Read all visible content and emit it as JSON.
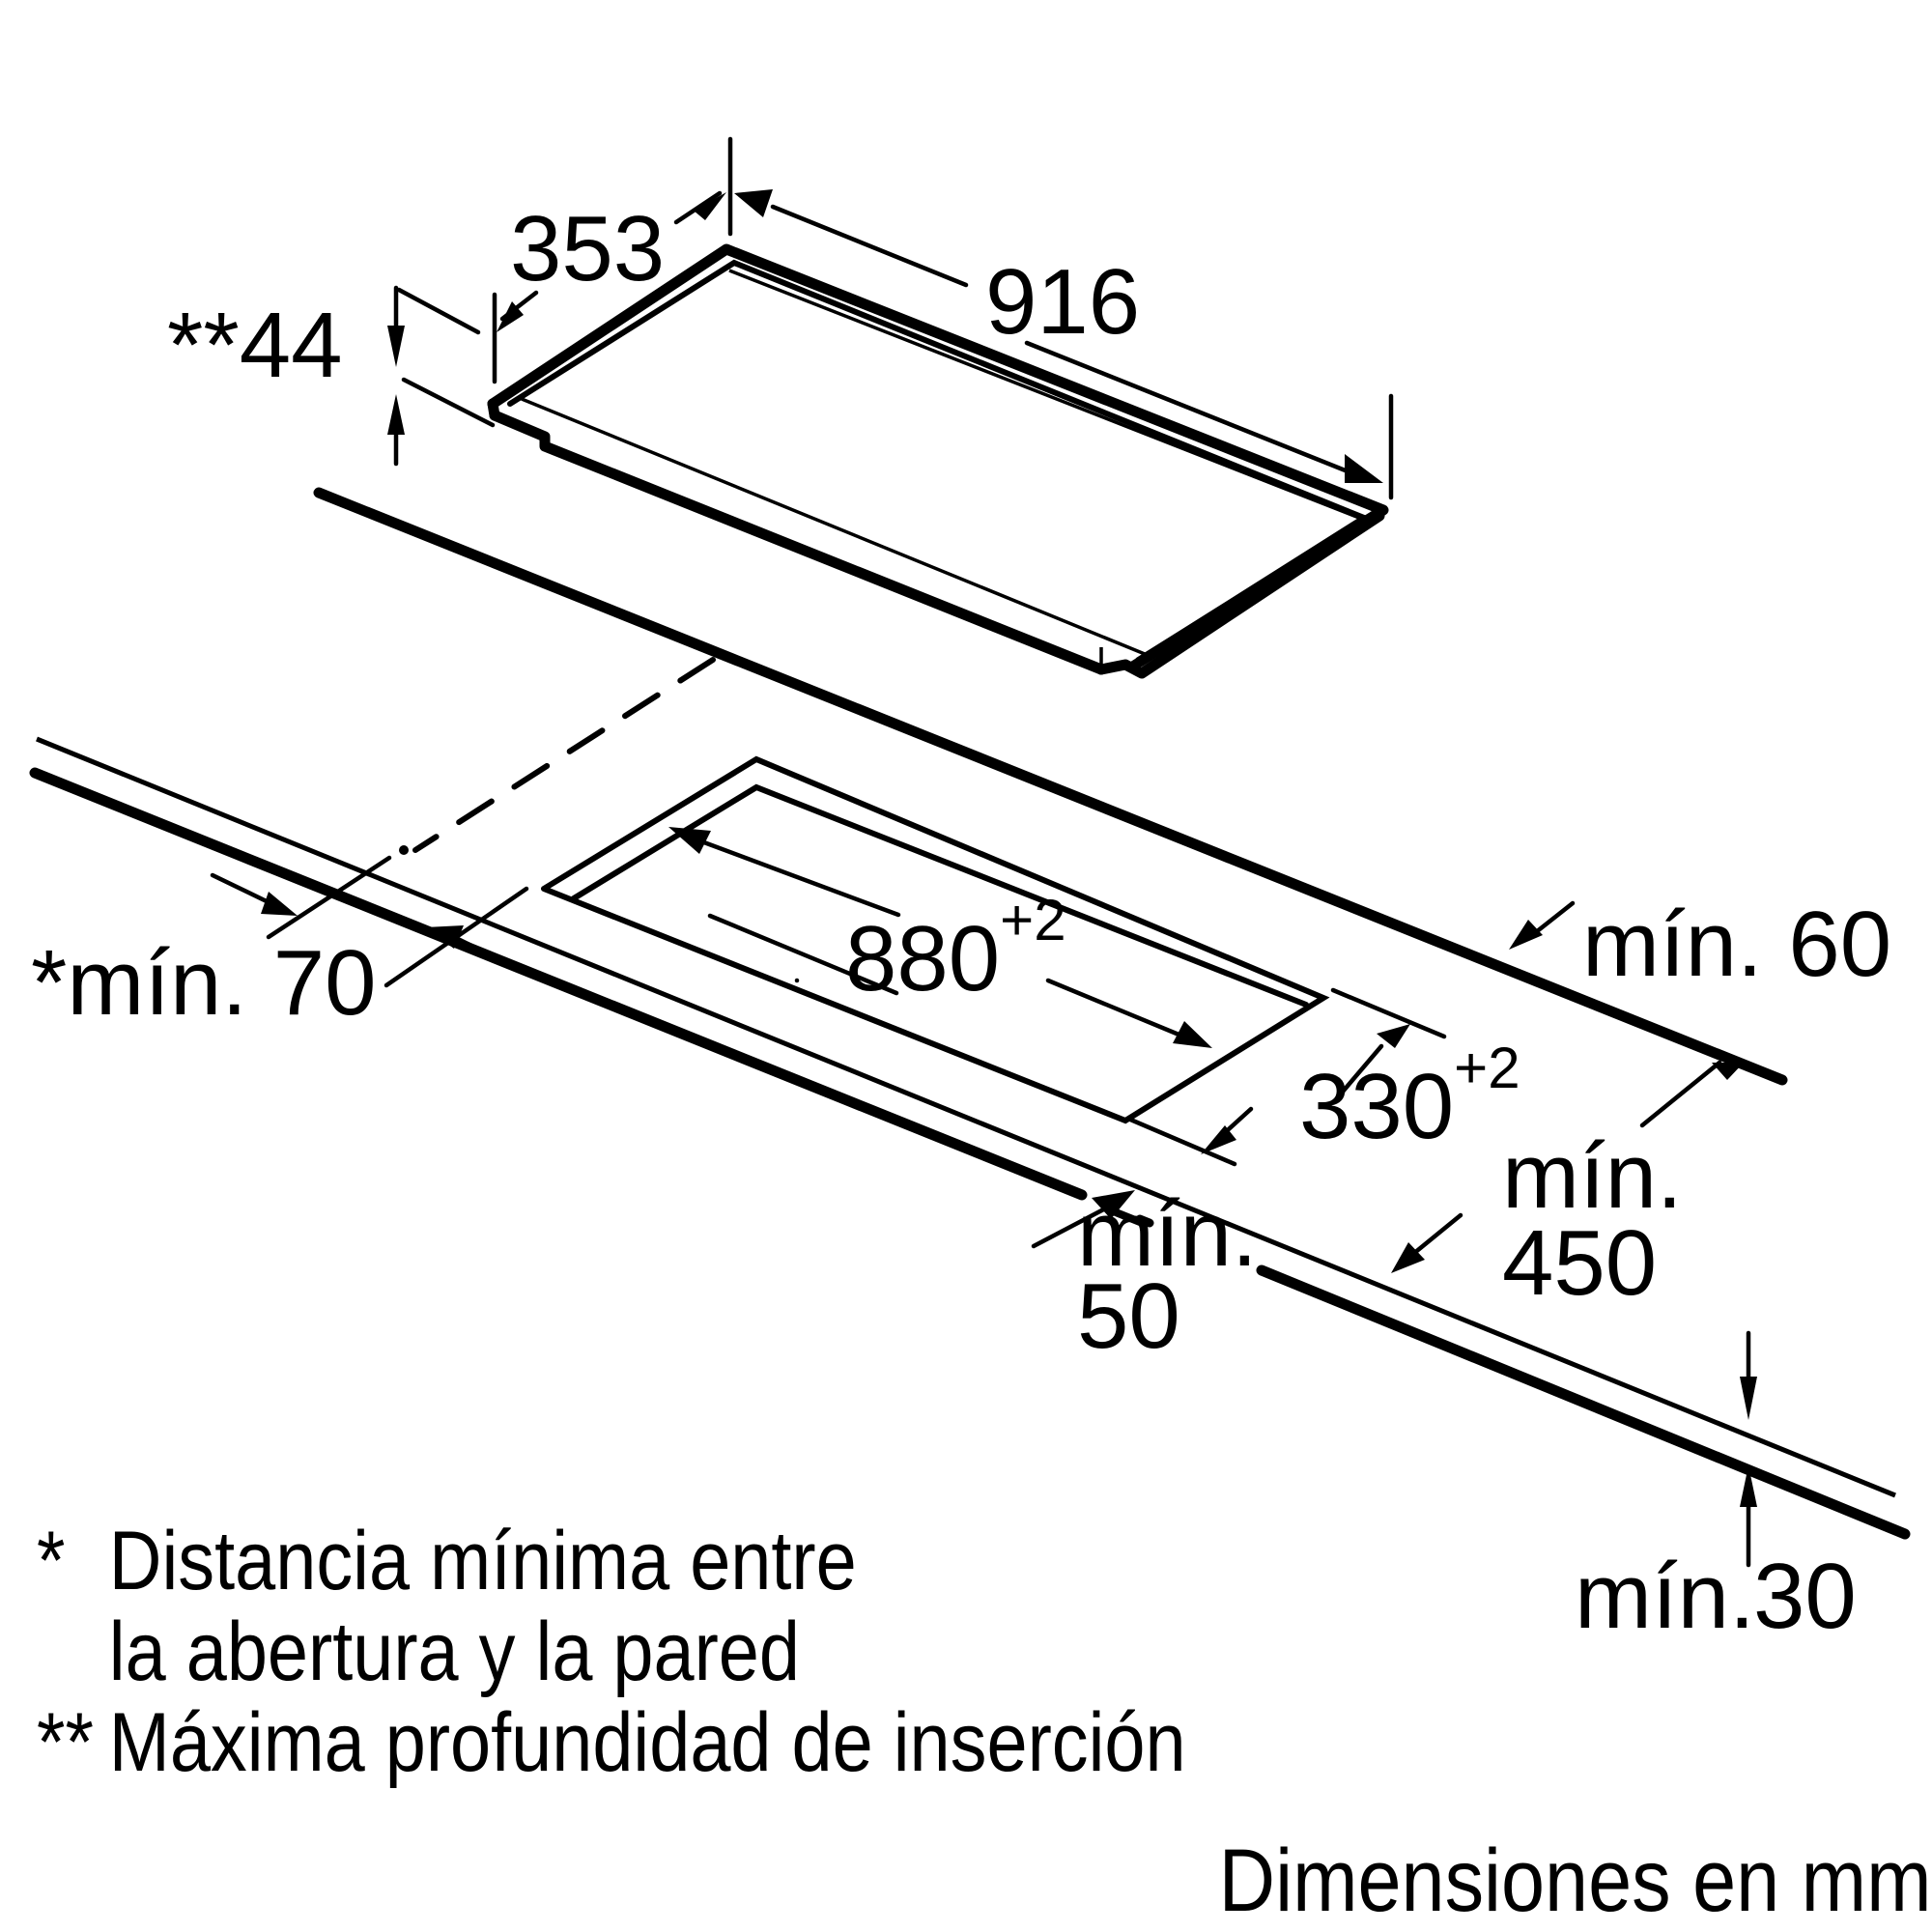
{
  "diagram": {
    "type": "installation-dimension-drawing",
    "subject": "cooktop / hob built into worktop",
    "colors": {
      "line": "#000000",
      "background": "#ffffff"
    }
  },
  "hob_dimensions": {
    "depth": "353",
    "width": "916",
    "insertion_depth": "**44"
  },
  "cutout_dimensions": {
    "width_value": "880",
    "width_tolerance": "+2",
    "depth_value": "330",
    "depth_tolerance": "+2"
  },
  "clearances": {
    "wall_distance": "*mín. 70",
    "rear_edge": "mín. 60",
    "front_edge_line1": "mín.",
    "front_edge_line2": "50",
    "above_line1": "mín.",
    "above_line2": "450",
    "worktop_thickness_prefix": "mín.",
    "worktop_thickness_value": "30"
  },
  "footnotes": [
    {
      "mark": "*",
      "lines": [
        "Distancia mínima entre",
        "la abertura y la pared"
      ]
    },
    {
      "mark": "**",
      "lines": [
        "Máxima profundidad de inserción"
      ]
    }
  ],
  "caption": "Dimensiones en mm"
}
